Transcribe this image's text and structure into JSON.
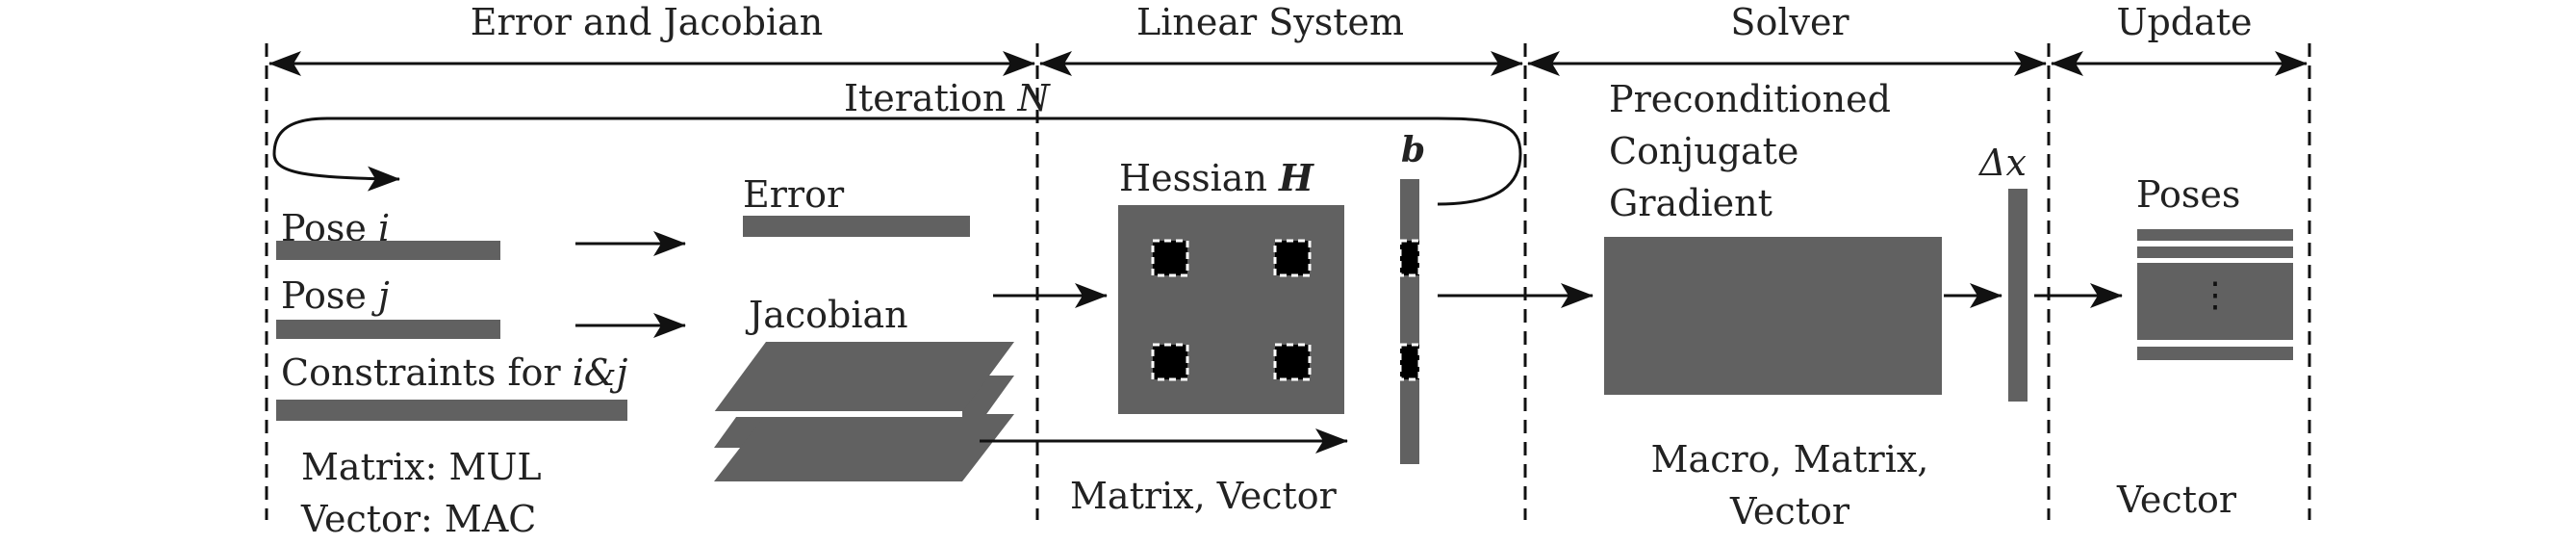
{
  "colors": {
    "block": "#616161",
    "ink": "#222222",
    "cell": "#000000",
    "cell_border": "#ffffff"
  },
  "stages": {
    "error_jacobian": "Error and Jacobian",
    "linear_system": "Linear System",
    "solver": "Solver",
    "update": "Update"
  },
  "iteration": {
    "label": "Iteration",
    "var": "N"
  },
  "inputs": {
    "pose_i_label": "Pose",
    "pose_i_var": "i",
    "pose_j_label": "Pose",
    "pose_j_var": "j",
    "constraints_label": "Constraints for",
    "constraints_var": "i&j"
  },
  "error_label": "Error",
  "jacobian_label": "Jacobian",
  "hessian": {
    "label": "Hessian",
    "var": "H"
  },
  "b_label": "b",
  "pcg": {
    "line1": "Preconditioned",
    "line2": "Conjugate",
    "line3": "Gradient"
  },
  "delta_x_label": "Δx",
  "poses_label": "Poses",
  "poses_dots": "⋮",
  "ops": {
    "ej_line1": "Matrix: MUL",
    "ej_line2": "Vector: MAC",
    "ls": "Matrix, Vector",
    "solver_line1": "Macro, Matrix,",
    "solver_line2": "Vector",
    "update": "Vector"
  }
}
